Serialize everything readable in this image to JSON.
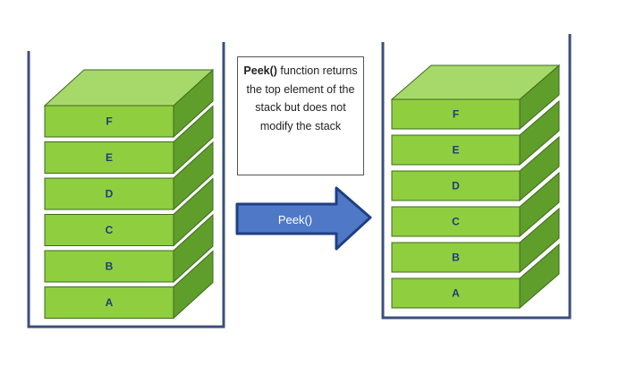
{
  "left_stack": {
    "blocks": [
      "F",
      "E",
      "D",
      "C",
      "B",
      "A"
    ]
  },
  "right_stack": {
    "blocks": [
      "F",
      "E",
      "D",
      "C",
      "B",
      "A"
    ]
  },
  "caption": {
    "bold": "Peek()",
    "text": " function returns the top element of the stack but does not modify the stack"
  },
  "arrow": {
    "label": "Peek()"
  },
  "colors": {
    "block_front": "#8fce3f",
    "block_top": "#a6d96a",
    "block_side": "#5f9e2a",
    "block_stroke": "#3f6b1c",
    "container": "#3b4f7a",
    "arrow_fill": "#4f79c7",
    "arrow_stroke": "#1f3f84"
  }
}
